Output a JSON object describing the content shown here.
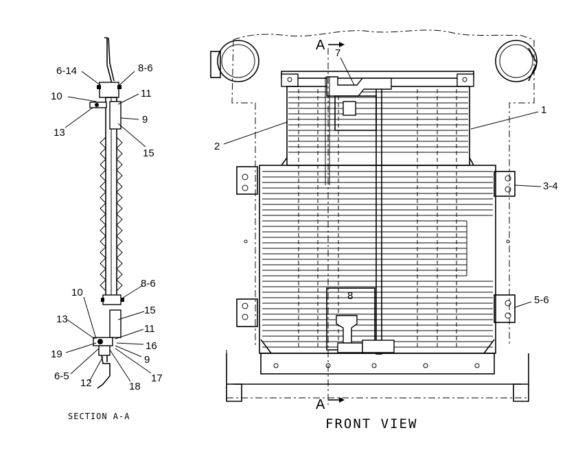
{
  "views": {
    "section_title": "SECTION A-A",
    "front_title": "FRONT VIEW",
    "section_marker": "A"
  },
  "section_callouts": {
    "c6_14": "6-14",
    "c8_6_top": "8-6",
    "c10_top": "10",
    "c11_top": "11",
    "c13_top": "13",
    "c9_top": "9",
    "c15_top": "15",
    "c8_6_bottom": "8-6",
    "c10_bottom": "10",
    "c15_bottom": "15",
    "c13_bottom": "13",
    "c11_bottom": "11",
    "c19": "19",
    "c16": "16",
    "c9_bottom": "9",
    "c6_5": "6-5",
    "c12": "12",
    "c18": "18",
    "c17": "17"
  },
  "front_callouts": {
    "c7": "7",
    "c1": "1",
    "c2": "2",
    "c3_4": "3-4",
    "c5_6": "5-6",
    "c8": "8"
  }
}
